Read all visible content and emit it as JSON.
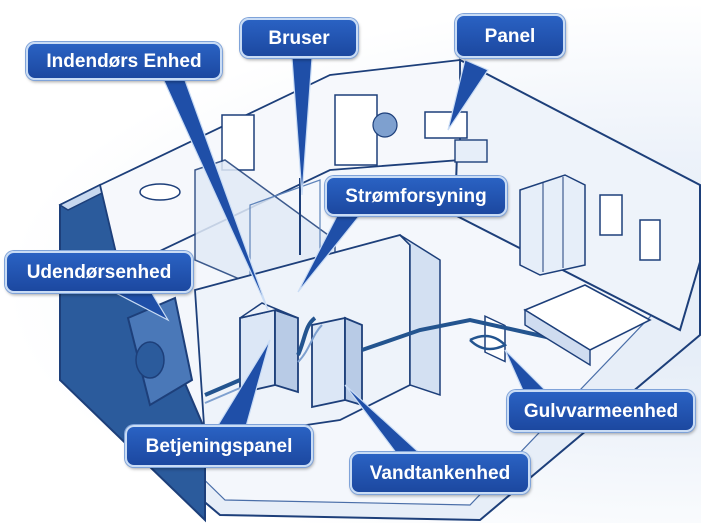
{
  "labels": {
    "indoor_unit": "Indendørs Enhed",
    "shower": "Bruser",
    "panel": "Panel",
    "power_supply": "Strømforsyning",
    "outdoor_unit": "Udendørsenhed",
    "control_panel": "Betjeningspanel",
    "water_tank_unit": "Vandtankenhed",
    "floor_heating_unit": "Gulvvarmeenhed"
  },
  "colors": {
    "callout_fill": "#1f4fa8",
    "callout_border": "#c9dcf5",
    "house_line": "#1d3f7a",
    "house_fill": "#dbe7f6",
    "accent_dark": "#23548f"
  }
}
